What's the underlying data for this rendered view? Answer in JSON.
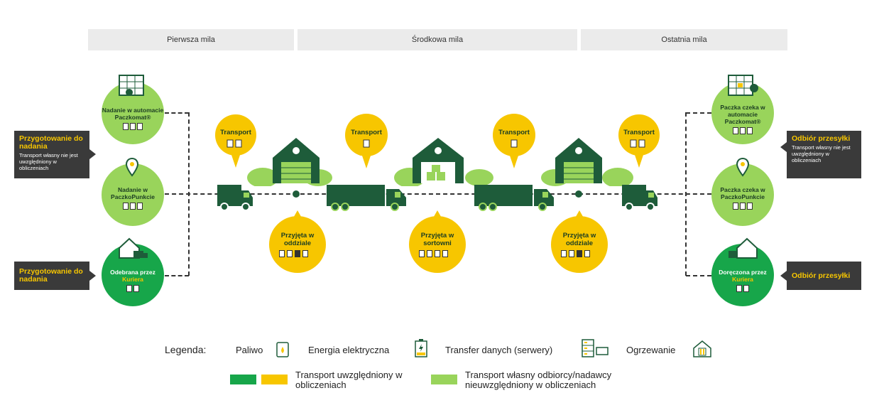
{
  "headers": {
    "first": "Pierwsza mila",
    "middle": "Środkowa mila",
    "last": "Ostatnia mila"
  },
  "left_tags": {
    "top_title": "Przygotowanie do nadania",
    "top_note": "Transport własny nie jest uwzględniony w obliczeniach",
    "bottom_title": "Przygotowanie do nadania"
  },
  "right_tags": {
    "top_title": "Odbiór przesyłki",
    "top_note": "Transport własny nie jest uwzględniony w obliczeniach",
    "bottom_title": "Odbiór przesyłki"
  },
  "left_circles": {
    "c1": "Nadanie w automacie Paczkomat®",
    "c2": "Nadanie w PaczkoPunkcie",
    "c3a": "Odebrana przez",
    "c3b": "Kuriera"
  },
  "right_circles": {
    "c1": "Paczka czeka w automacie Paczkomat®",
    "c2": "Paczka czeka w PaczkoPunkcie",
    "c3a": "Doręczona przez",
    "c3b": "Kuriera"
  },
  "transport_label": "Transport",
  "hubs": {
    "h1": "Przyjęta w oddziale",
    "h2": "Przyjęta w sortowni",
    "h3": "Przyjęta w oddziale"
  },
  "legend": {
    "title": "Legenda:",
    "fuel": "Paliwo",
    "electric": "Energia elektryczna",
    "data": "Transfer danych (serwery)",
    "heating": "Ogrzewanie",
    "included": "Transport uwzględniony w obliczeniach",
    "excluded": "Transport własny odbiorcy/nadawcy nieuwzględniony w obliczeniach"
  },
  "colors": {
    "dark_green": "#1e5c3a",
    "green": "#17a64a",
    "light_green": "#99d45b",
    "yellow": "#f7c600",
    "tag_bg": "#3a3a3a"
  }
}
